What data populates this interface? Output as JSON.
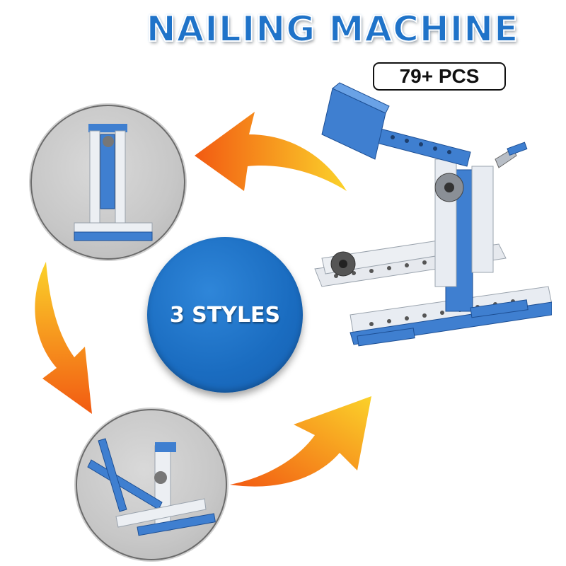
{
  "product": {
    "title": "NAILING MACHINE",
    "piece_count": "79+ PCS",
    "styles_label": "3 STYLES"
  },
  "colors": {
    "brand_blue": "#1f73c9",
    "disc_blue": "#1a6cc0",
    "brick_blue": "#3f7fd0",
    "brick_white": "#e8ecf2",
    "arrow_orange": "#f36a17",
    "arrow_yellow": "#fbd22a"
  }
}
